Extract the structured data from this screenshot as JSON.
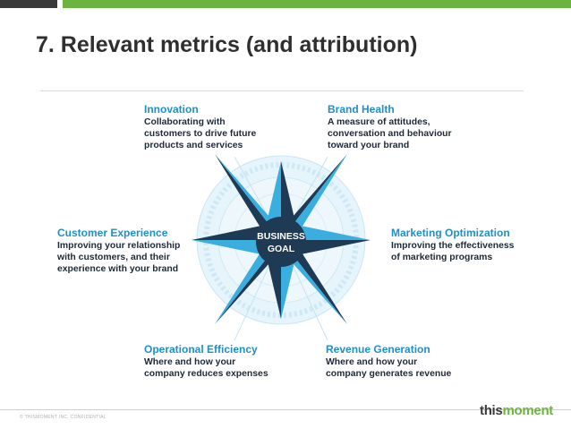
{
  "title": "7. Relevant metrics (and attribution)",
  "center_label": {
    "line1": "BUSINESS",
    "line2": "GOAL"
  },
  "blocks": {
    "innovation": {
      "heading": "Innovation",
      "lines": [
        "Collaborating with",
        "customers to drive future",
        "products and services"
      ]
    },
    "brand_health": {
      "heading": "Brand Health",
      "lines": [
        "A measure of attitudes,",
        "conversation and behaviour",
        "toward your brand"
      ]
    },
    "customer_experience": {
      "heading": "Customer Experience",
      "lines": [
        "Improving your relationship",
        "with customers, and their",
        "experience with your brand"
      ]
    },
    "marketing_optimization": {
      "heading": "Marketing Optimization",
      "lines": [
        "Improving the effectiveness",
        "of marketing programs"
      ]
    },
    "operational_efficiency": {
      "heading": "Operational Efficiency",
      "lines": [
        "Where and how your",
        "company reduces expenses"
      ]
    },
    "revenue_generation": {
      "heading": "Revenue Generation",
      "lines": [
        "Where and how your",
        "company generates revenue"
      ]
    }
  },
  "footer": {
    "confidential": "© THISMOMENT INC. CONFIDENTIAL"
  },
  "logo": {
    "part1": "this",
    "part2": "moment"
  },
  "colors": {
    "brand_green": "#6ab43f",
    "heading_blue": "#1f8fcb",
    "star_dark": "#1e3a55",
    "star_light": "#3aaede",
    "circle_light": "#dceff8"
  }
}
